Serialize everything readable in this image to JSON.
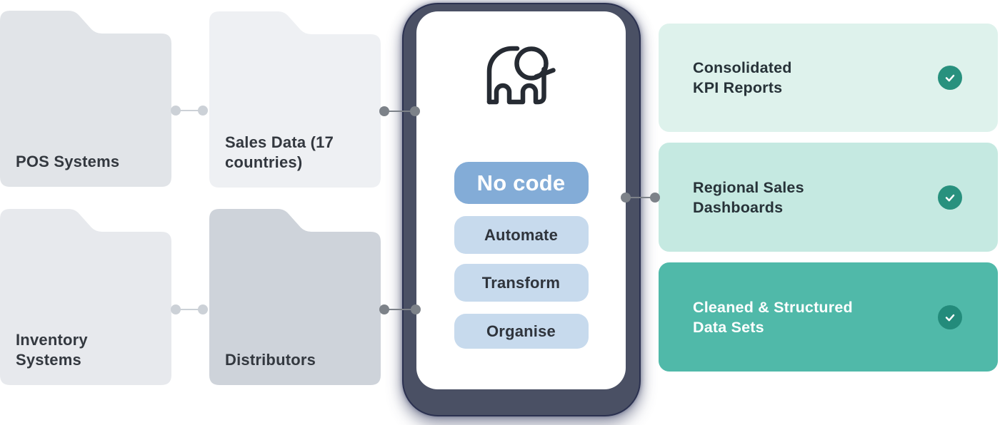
{
  "canvas": {
    "background": "#ffffff"
  },
  "input_folders": [
    {
      "lines": [
        "POS Systems"
      ],
      "color": "#e1e4e8",
      "text_color": "#33383f"
    },
    {
      "lines": [
        "Sales Data (17",
        "countries)"
      ],
      "color": "#eef0f3",
      "text_color": "#33383f"
    },
    {
      "lines": [
        "Inventory",
        "Systems"
      ],
      "color": "#e7e9ed",
      "text_color": "#33383f"
    },
    {
      "lines": [
        "Distributors"
      ],
      "color": "#ced3da",
      "text_color": "#33383f"
    }
  ],
  "processor": {
    "logo_icon": "elephant-logo",
    "logo_color": "#262b33",
    "frame_color": "#4a5064",
    "screen_color": "#ffffff",
    "primary_button": {
      "label": "No code",
      "bg": "#83acd7",
      "text_color": "#ffffff"
    },
    "action_buttons": [
      {
        "label": "Automate"
      },
      {
        "label": "Transform"
      },
      {
        "label": "Organise"
      }
    ],
    "action_button_bg": "#c7daed",
    "action_button_text_color": "#2f343c"
  },
  "output_cards": [
    {
      "lines": [
        "Consolidated",
        "KPI Reports"
      ],
      "bg": "#def2ec",
      "text_color": "#273238",
      "check_bg": "#28917e",
      "check_icon": "checkmark"
    },
    {
      "lines": [
        "Regional Sales",
        "Dashboards"
      ],
      "bg": "#c5e9e1",
      "text_color": "#273238",
      "check_bg": "#28917e",
      "check_icon": "checkmark"
    },
    {
      "lines": [
        "Cleaned & Structured",
        "Data Sets"
      ],
      "bg": "#50b9a9",
      "text_color": "#ffffff",
      "check_bg": "#238b7b",
      "check_icon": "checkmark"
    }
  ],
  "connectors": {
    "light_color": "#ccd1d7",
    "dark_color": "#7d8289"
  }
}
